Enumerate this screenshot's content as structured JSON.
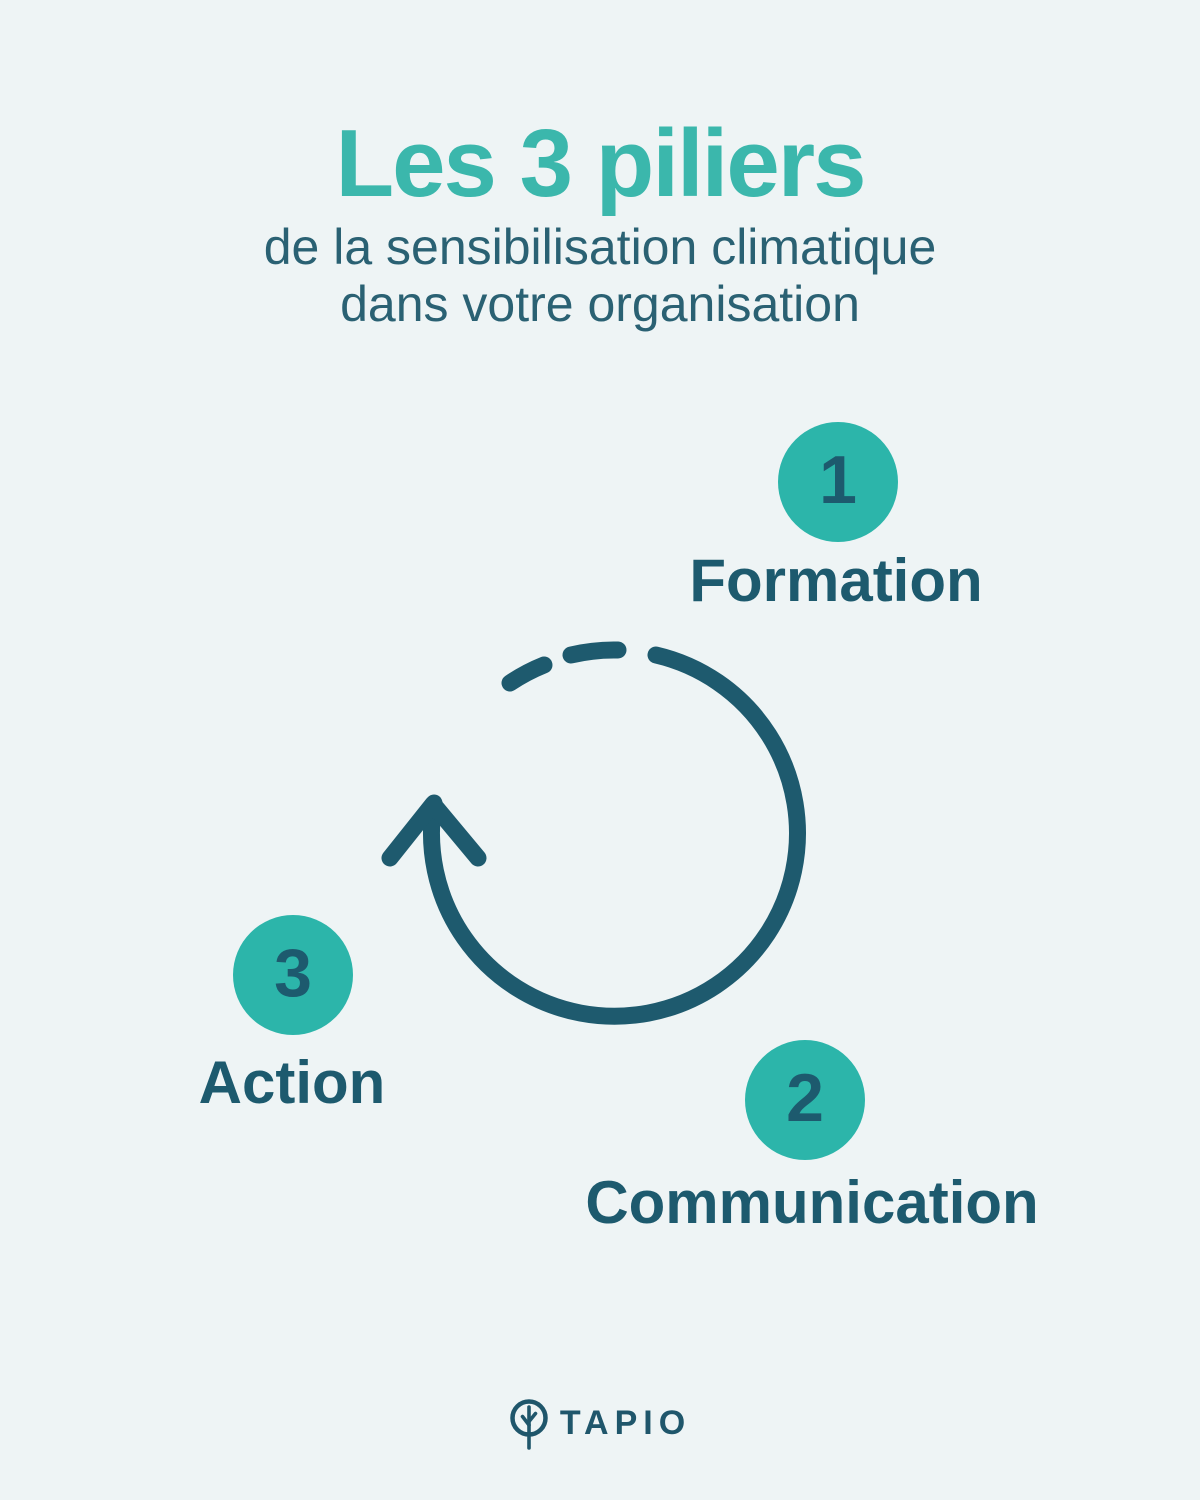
{
  "title": "Les 3 piliers",
  "subtitle_line1": "de la sensibilisation climatique",
  "subtitle_line2": "dans votre organisation",
  "pillars": [
    {
      "number": "1",
      "label": "Formation"
    },
    {
      "number": "2",
      "label": "Communication"
    },
    {
      "number": "3",
      "label": "Action"
    }
  ],
  "diagram": {
    "type": "cycle",
    "icon": "cycle-arrow-icon",
    "description": "counter-clockwise loop arrow linking the three pillars: Formation, Communication, Action"
  },
  "logo": {
    "icon": "tree-icon",
    "text": "TAPIO"
  },
  "colors": {
    "background": "#eef4f5",
    "teal_title": "#3bb7ac",
    "teal_badge": "#2cb5aa",
    "dark_teal": "#1e5a6e",
    "subtitle_teal": "#2a6173"
  }
}
